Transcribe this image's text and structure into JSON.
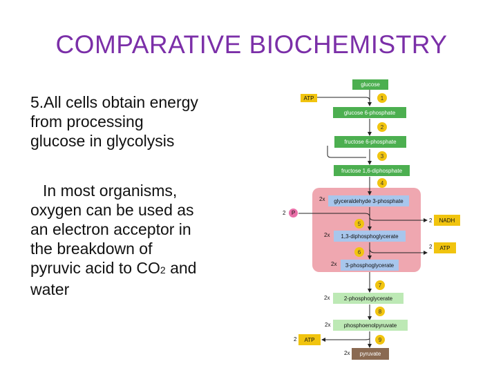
{
  "slide": {
    "title": "COMPARATIVE BIOCHEMISTRY",
    "point1_lines": [
      "5.All cells obtain energy",
      "from processing",
      "glucose in glycolysis"
    ],
    "point2_lines": [
      "In most organisms,",
      "oxygen can be used as",
      "an electron acceptor in",
      "the breakdown of"
    ],
    "point2_line5_pre": "pyruvic acid to CO",
    "point2_line5_sub": "2",
    "point2_line5_post": " and",
    "point2_line6": "water"
  },
  "diagram": {
    "molecules": {
      "glucose": "glucose",
      "g6p": "glucose 6-phosphate",
      "f6p": "fructose 6-phosphate",
      "f16bp": "fructose 1,6-diphosphate",
      "g3p": "glyceraldehyde 3-phosphate",
      "bpg": "1,3-diphosphoglycerate",
      "pg3": "3-phosphoglycerate",
      "pg2": "2-phosphoglycerate",
      "pep": "phosphoenolpyruvate",
      "pyruvate": "pyruvate"
    },
    "steps": [
      "1",
      "2",
      "3",
      "4",
      "5",
      "6",
      "7",
      "8",
      "9"
    ],
    "multiplier": "2x",
    "count": "2",
    "atp": "ATP",
    "nadh": "NADH",
    "phosphate": "P"
  },
  "colors": {
    "title": "#7b2fa8",
    "green": "#4caf50",
    "light_green": "#bde9b5",
    "blue": "#a8c6ec",
    "yellow": "#f1c40f",
    "pink": "#efa7b0",
    "brown": "#8a6a52"
  }
}
